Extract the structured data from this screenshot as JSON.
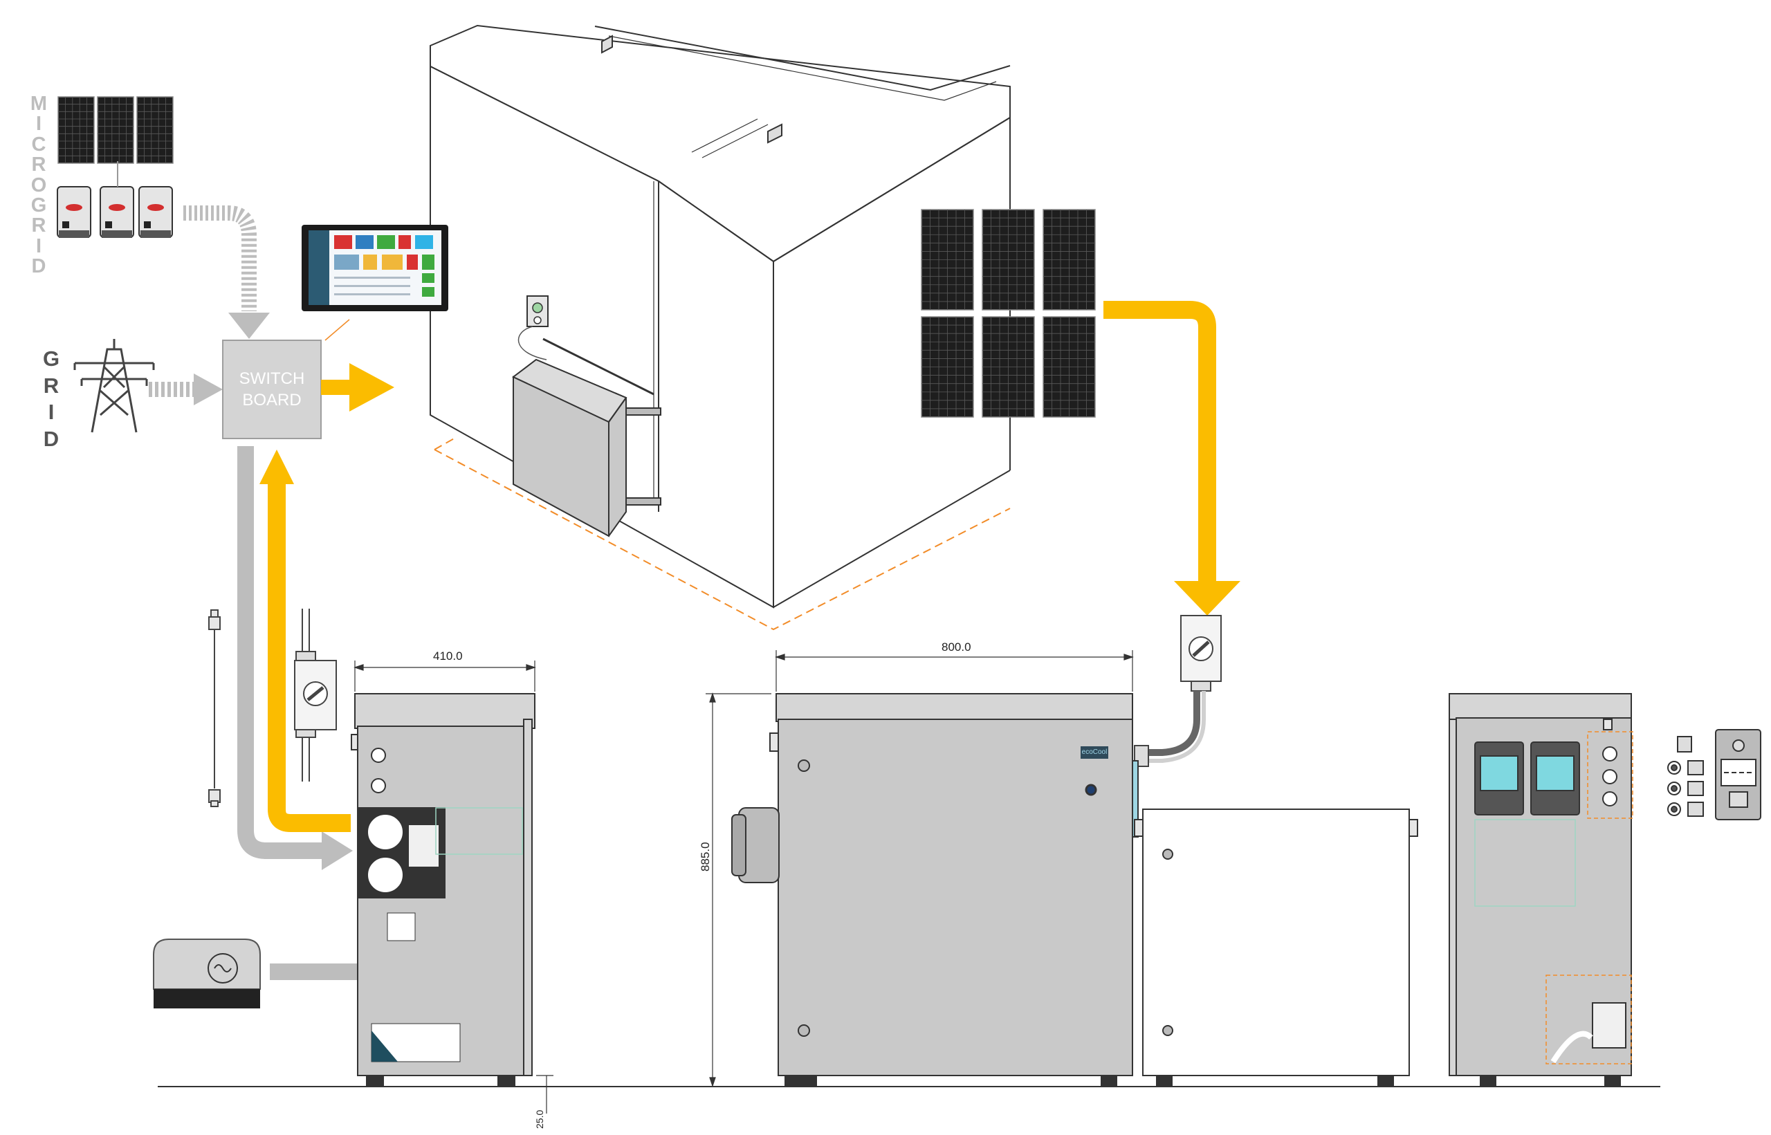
{
  "labels": {
    "microgrid": [
      "M",
      "I",
      "C",
      "R",
      "O",
      "G",
      "R",
      "I",
      "D"
    ],
    "grid": [
      "G",
      "R",
      "I",
      "D"
    ],
    "switchboard_line1": "SWITCH",
    "switchboard_line2": "BOARD"
  },
  "dimensions": {
    "width_side": "410.0",
    "width_front": "800.0",
    "height": "885.0",
    "clearance": "25.0"
  },
  "brand": "ecoCool",
  "colors": {
    "flow_arrow": "#fbbc00",
    "grid_arrow": "#bdbdbd",
    "cabinet_fill": "#c9c9c9",
    "outline": "#333333",
    "orange_dash": "#f28c28",
    "panel_cell": "#1e1e1e",
    "screen_bg": "#1b1b1b"
  },
  "icons": {
    "solar_panel": "solar-panel-icon",
    "inverter": "inverter-icon",
    "pylon": "power-pylon-icon",
    "generator": "generator-icon",
    "isolator": "isolator-switch-icon",
    "monitor": "monitor-display-icon"
  }
}
